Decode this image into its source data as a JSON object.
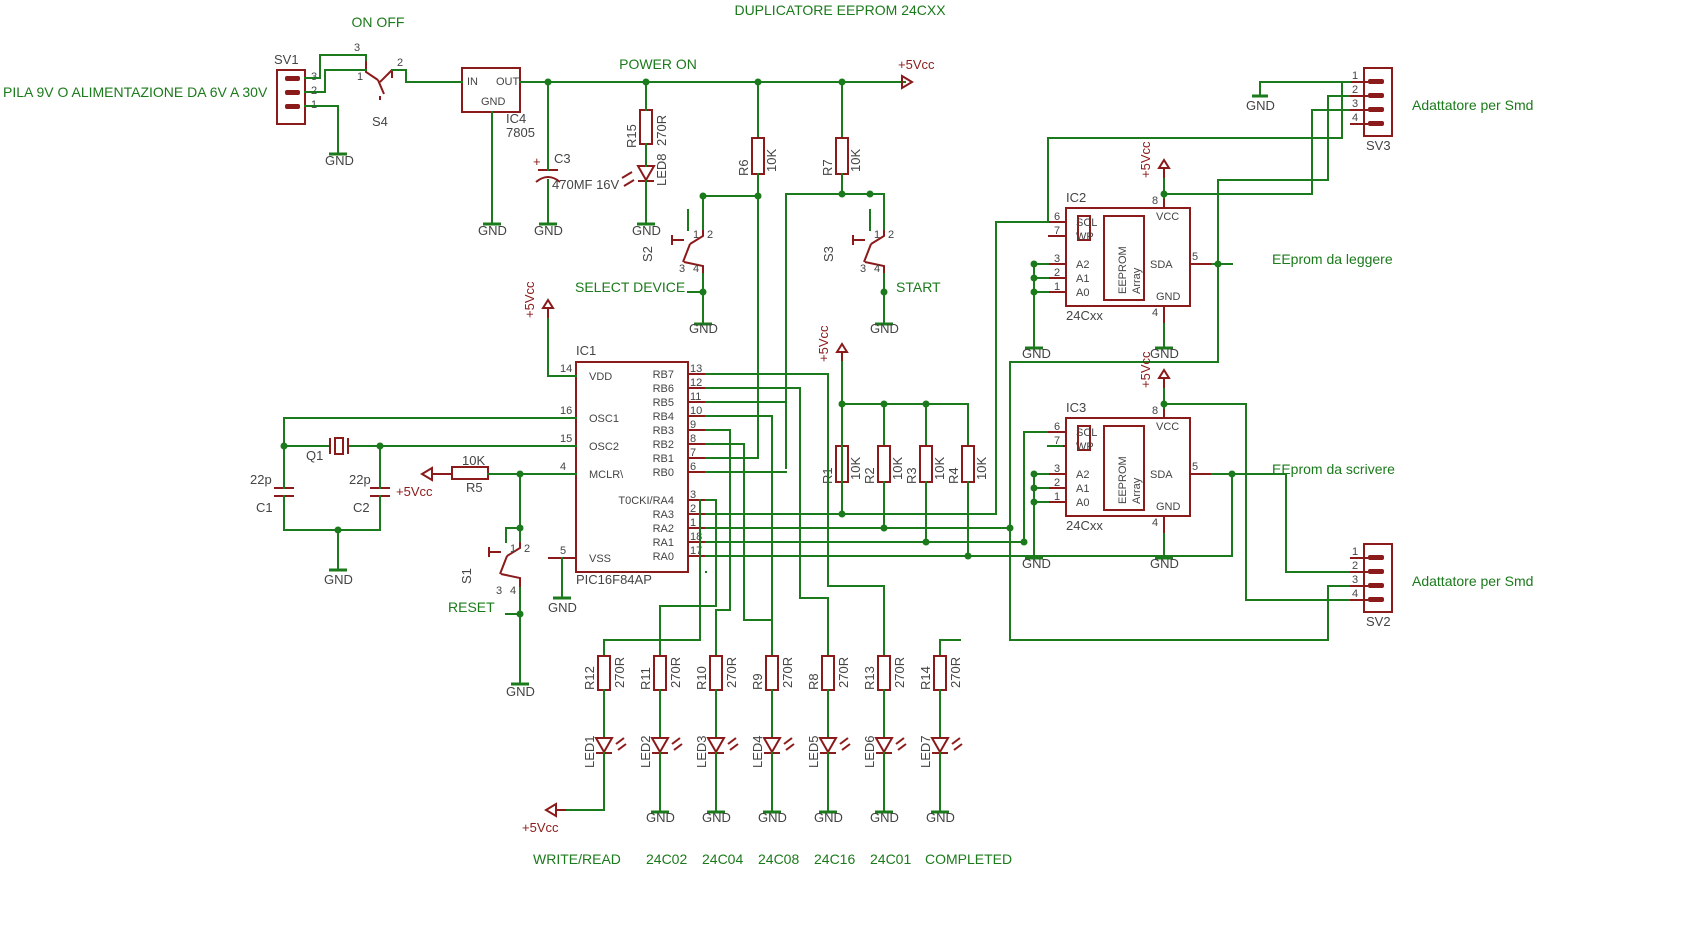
{
  "title": "DUPLICATORE EEPROM 24CXX",
  "header_labels": {
    "on_off": "ON OFF",
    "power_on": "POWER ON",
    "supply": "PILA 9V O ALIMENTAZIONE DA 6V A 30V",
    "vcc_top": "+5Vcc"
  },
  "power": {
    "sv1": "SV1",
    "s4": "S4",
    "ic4": "IC4",
    "ic4_value": "7805",
    "ic4_in": "IN",
    "ic4_out": "OUT",
    "ic4_gnd": "GND",
    "c3": "C3",
    "c3_value": "470MF 16V",
    "r15": "R15",
    "r15_value": "270R",
    "led8": "LED8",
    "s4_pin3": "3",
    "s4_pin1": "1",
    "s4_pin2": "2",
    "sv1_pin3": "3",
    "sv1_pin2": "2",
    "sv1_pin1": "1"
  },
  "gnd": "GND",
  "vcc": "+5Vcc",
  "vcc_short": "+5Vcc",
  "pullups": {
    "r6": "R6",
    "r6_value": "10K",
    "r7": "R7",
    "r7_value": "10K",
    "r1": "R1",
    "r2": "R2",
    "r3": "R3",
    "r4": "R4",
    "value": "10K",
    "r5": "R5",
    "r5_value": "10K"
  },
  "switches": {
    "s2": "S2",
    "s3": "S3",
    "s1": "S1",
    "select": "SELECT DEVICE",
    "start": "START",
    "reset": "RESET",
    "pin1": "1",
    "pin2": "2",
    "pin3": "3",
    "pin4": "4"
  },
  "osc": {
    "q1": "Q1",
    "c1": "C1",
    "c2": "C2",
    "c1_value": "22p",
    "c2_value": "22p"
  },
  "ic1": {
    "name": "IC1",
    "part": "PIC16F84AP",
    "left_pins": [
      {
        "num": "14",
        "name": "VDD"
      },
      {
        "num": "16",
        "name": "OSC1"
      },
      {
        "num": "15",
        "name": "OSC2"
      },
      {
        "num": "4",
        "name": "MCLR\\"
      },
      {
        "num": "5",
        "name": "VSS"
      }
    ],
    "right_pins": [
      {
        "num": "13",
        "name": "RB7"
      },
      {
        "num": "12",
        "name": "RB6"
      },
      {
        "num": "11",
        "name": "RB5"
      },
      {
        "num": "10",
        "name": "RB4"
      },
      {
        "num": "9",
        "name": "RB3"
      },
      {
        "num": "8",
        "name": "RB2"
      },
      {
        "num": "7",
        "name": "RB1"
      },
      {
        "num": "6",
        "name": "RB0"
      },
      {
        "num": "3",
        "name": "T0CKI/RA4"
      },
      {
        "num": "2",
        "name": "RA3"
      },
      {
        "num": "1",
        "name": "RA2"
      },
      {
        "num": "18",
        "name": "RA1"
      },
      {
        "num": "17",
        "name": "RA0"
      }
    ]
  },
  "eeproms": [
    {
      "name": "IC2",
      "part": "24Cxx",
      "caption": "EEprom da leggere",
      "pins": {
        "scl": "SCL",
        "wp": "WP",
        "a2": "A2",
        "a1": "A1",
        "a0": "A0",
        "vcc": "VCC",
        "sda": "SDA",
        "gnd": "GND",
        "n6": "6",
        "n7": "7",
        "n3": "3",
        "n2": "2",
        "n1": "1",
        "n8": "8",
        "n5": "5",
        "n4": "4"
      },
      "inner1": "EEPROM",
      "inner2": "Array"
    },
    {
      "name": "IC3",
      "part": "24Cxx",
      "caption": "EEprom da scrivere",
      "pins": {
        "scl": "SCL",
        "wp": "WP",
        "a2": "A2",
        "a1": "A1",
        "a0": "A0",
        "vcc": "VCC",
        "sda": "SDA",
        "gnd": "GND",
        "n6": "6",
        "n7": "7",
        "n3": "3",
        "n2": "2",
        "n1": "1",
        "n8": "8",
        "n5": "5",
        "n4": "4"
      },
      "inner1": "EEPROM",
      "inner2": "Array"
    }
  ],
  "adapters": [
    {
      "name": "SV3",
      "caption": "Adattatore per Smd",
      "pins": [
        "1",
        "2",
        "3",
        "4"
      ]
    },
    {
      "name": "SV2",
      "caption": "Adattatore per Smd",
      "pins": [
        "1",
        "2",
        "3",
        "4"
      ]
    }
  ],
  "leds": [
    {
      "r": "R12",
      "rv": "270R",
      "led": "LED1",
      "caption": "WRITE/READ"
    },
    {
      "r": "R11",
      "rv": "270R",
      "led": "LED2",
      "caption": "24C02"
    },
    {
      "r": "R10",
      "rv": "270R",
      "led": "LED3",
      "caption": "24C04"
    },
    {
      "r": "R9",
      "rv": "270R",
      "led": "LED4",
      "caption": "24C08"
    },
    {
      "r": "R8",
      "rv": "270R",
      "led": "LED5",
      "caption": "24C16"
    },
    {
      "r": "R13",
      "rv": "270R",
      "led": "LED6",
      "caption": "24C01"
    },
    {
      "r": "R14",
      "rv": "270R",
      "led": "LED7",
      "caption": "COMPLETED"
    }
  ],
  "colors": {
    "wire": "#1b7a1b",
    "part": "#8b1a1a",
    "pin_text": "#444444",
    "background": "#ffffff"
  }
}
